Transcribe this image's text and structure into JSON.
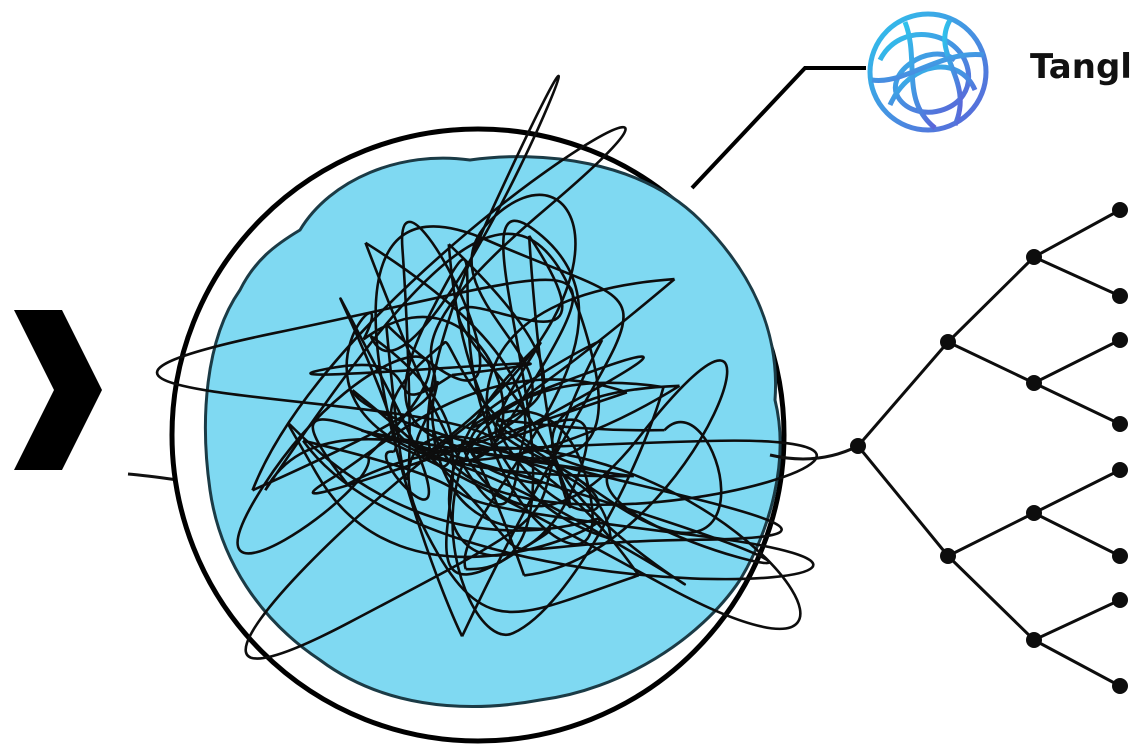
{
  "brand": {
    "name": "Tangl",
    "logo_icon": "tangled-globe-icon",
    "logo_colors": [
      "#2ec4ec",
      "#5b63d8"
    ]
  },
  "diagram": {
    "tangle_fill": "#7fd9f2",
    "line_color": "#0d0d0d",
    "arrow_icon": "chevron-right-icon",
    "tree_levels": 3,
    "tree_leaves": 8
  }
}
